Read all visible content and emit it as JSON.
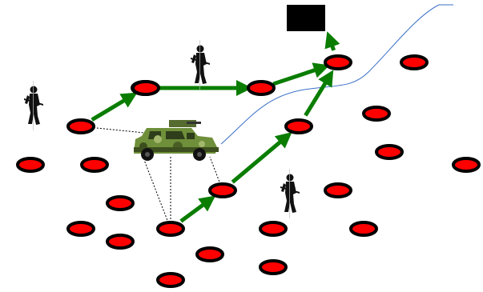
{
  "colors": {
    "background": "#ffffff",
    "node_fill": "#ff0000",
    "node_stroke": "#000000",
    "path_arrow": "#0a7d00",
    "link_line": "#000000",
    "curve": "#3a6fc7",
    "target": "#000000"
  },
  "icons": {
    "soldier": "soldier-icon",
    "vehicle": "humvee-icon",
    "target": "target-box"
  },
  "nodes": [
    {
      "id": "n1"
    },
    {
      "id": "n2"
    },
    {
      "id": "n3"
    },
    {
      "id": "n4"
    },
    {
      "id": "n5"
    },
    {
      "id": "n6"
    },
    {
      "id": "n7"
    },
    {
      "id": "n8"
    },
    {
      "id": "n9"
    },
    {
      "id": "n10"
    },
    {
      "id": "n11"
    },
    {
      "id": "n12"
    },
    {
      "id": "n13"
    },
    {
      "id": "n14"
    },
    {
      "id": "n15"
    },
    {
      "id": "n16"
    },
    {
      "id": "n17"
    },
    {
      "id": "n18"
    },
    {
      "id": "n19"
    },
    {
      "id": "n20"
    },
    {
      "id": "n21"
    },
    {
      "id": "n22"
    },
    {
      "id": "n23"
    },
    {
      "id": "n24"
    }
  ],
  "path_edges": [
    {
      "from": "n1",
      "to": "n2"
    },
    {
      "from": "n2",
      "to": "n3"
    },
    {
      "from": "n3",
      "to": "n4"
    },
    {
      "from": "n4",
      "to": "target"
    },
    {
      "from": "n15",
      "to": "n9"
    },
    {
      "from": "n9",
      "to": "n5"
    },
    {
      "from": "n5",
      "to": "n4"
    }
  ],
  "vehicle_links": [
    "n1",
    "n9",
    "n10",
    "n15"
  ]
}
